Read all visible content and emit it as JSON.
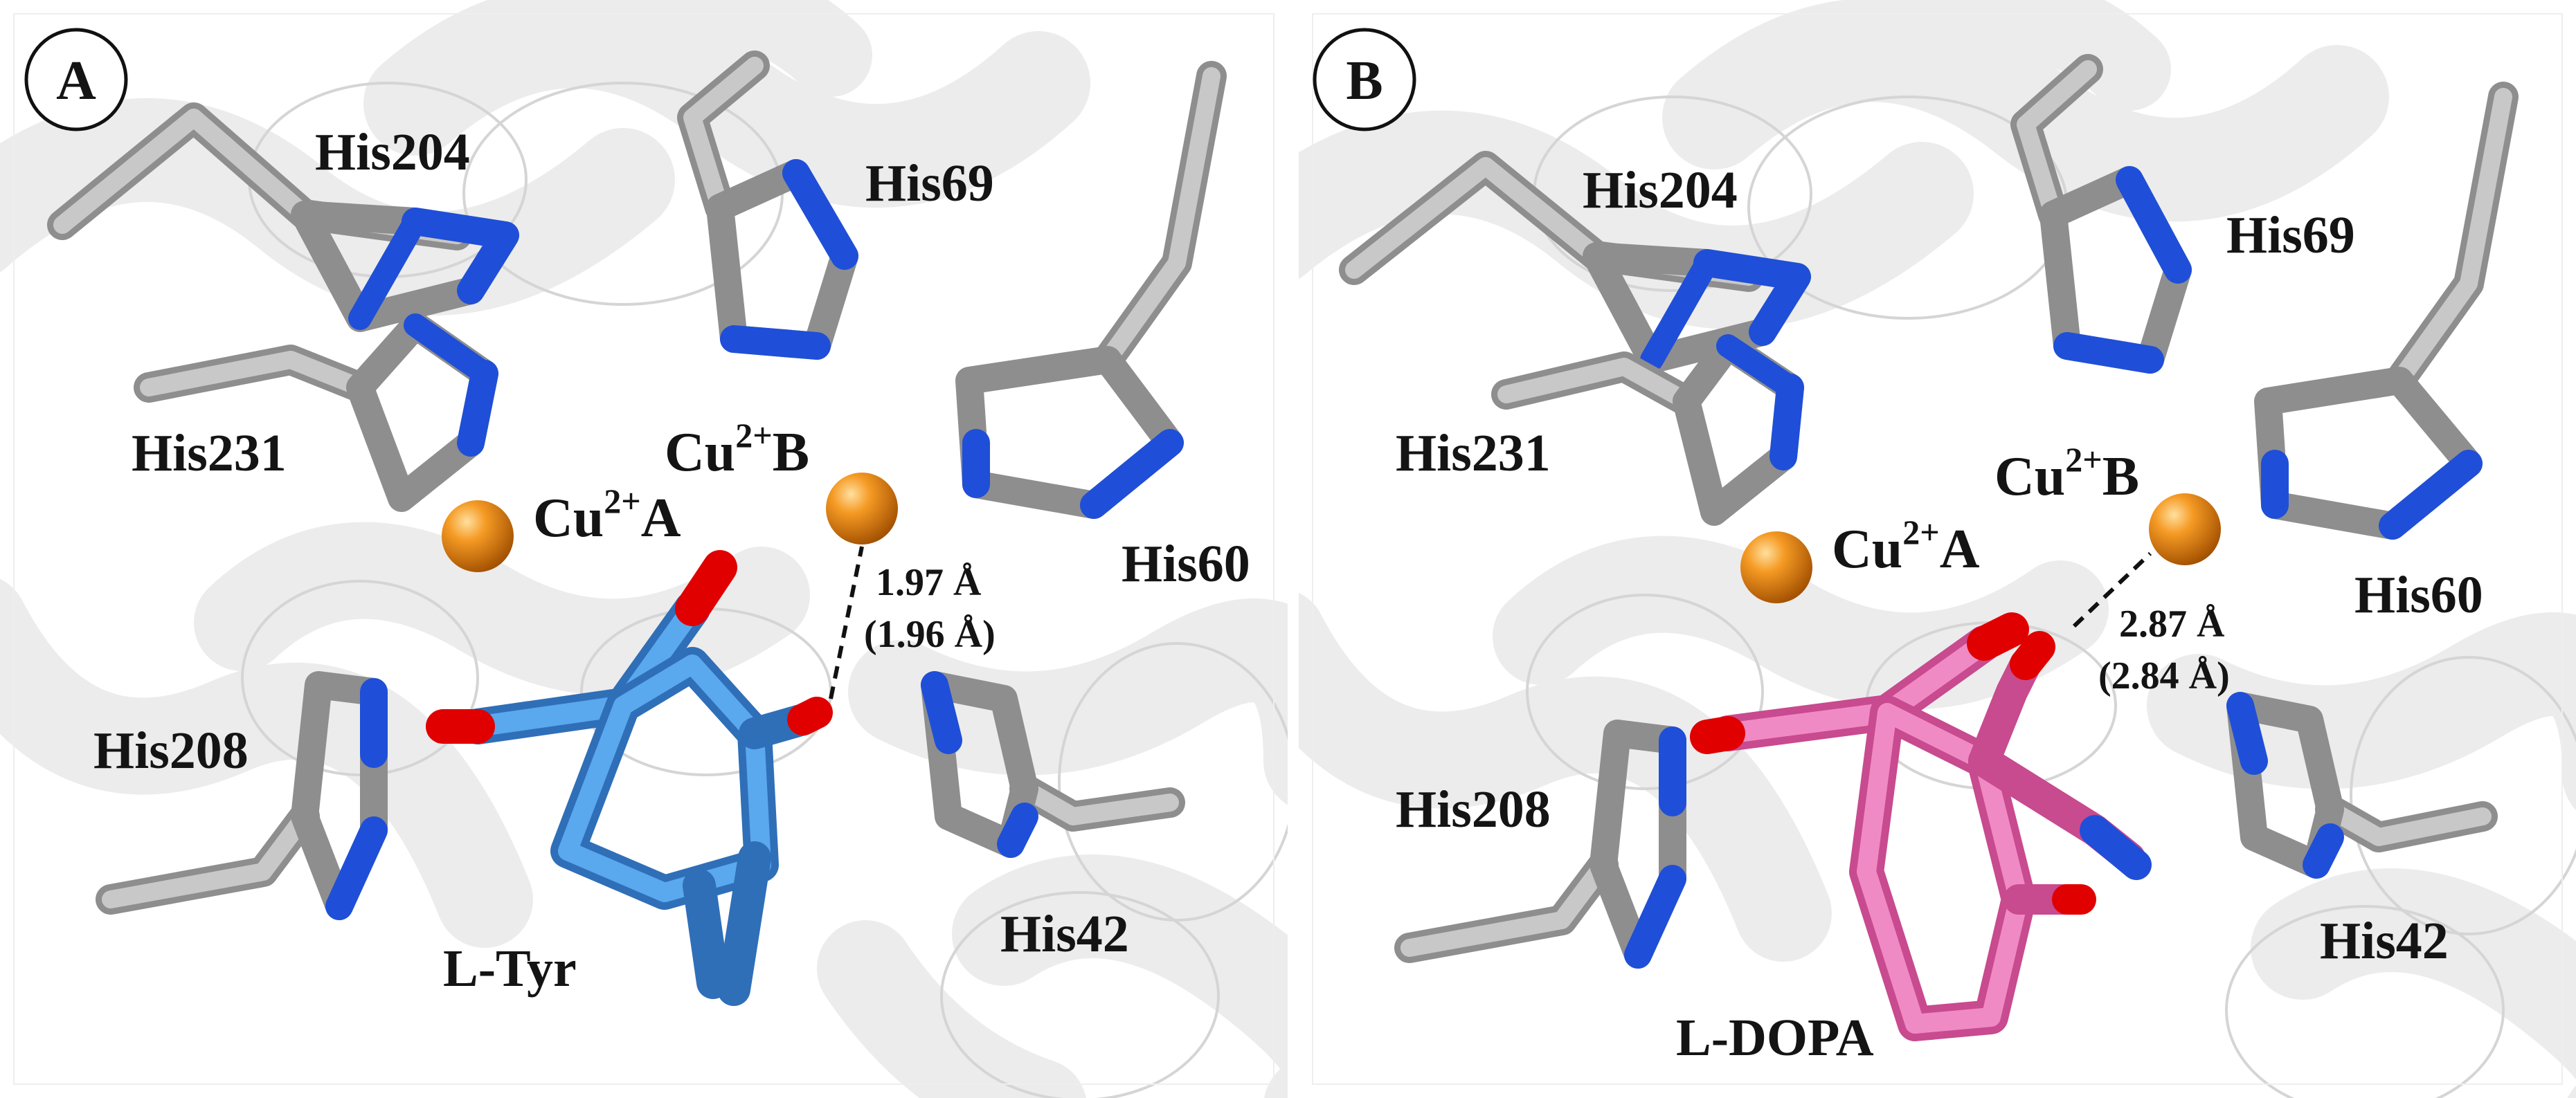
{
  "panels": [
    {
      "letter": "A",
      "residues": {
        "his204": "His204",
        "his69": "His69",
        "his231": "His231",
        "his60": "His60",
        "his208": "His208",
        "his42": "His42"
      },
      "copper_a": {
        "prefix": "Cu",
        "charge": "2+",
        "site": "A"
      },
      "copper_b": {
        "prefix": "Cu",
        "charge": "2+",
        "site": "B"
      },
      "distance": "1.97 Å",
      "distance_alt": "(1.96 Å)",
      "ligand": "L-Tyr",
      "ligand_color": "#3d8fd9"
    },
    {
      "letter": "B",
      "residues": {
        "his204": "His204",
        "his69": "His69",
        "his231": "His231",
        "his60": "His60",
        "his208": "His208",
        "his42": "His42"
      },
      "copper_a": {
        "prefix": "Cu",
        "charge": "2+",
        "site": "A"
      },
      "copper_b": {
        "prefix": "Cu",
        "charge": "2+",
        "site": "B"
      },
      "distance": "2.87 Å",
      "distance_alt": "(2.84 Å)",
      "ligand": "L-DOPA",
      "ligand_color": "#e86bb3"
    }
  ],
  "colors": {
    "carbon": "#9a9a9a",
    "nitrogen": "#1f4fd8",
    "oxygen": "#e00000",
    "copper": "#e07a10",
    "helix": "#e6e6e6"
  }
}
